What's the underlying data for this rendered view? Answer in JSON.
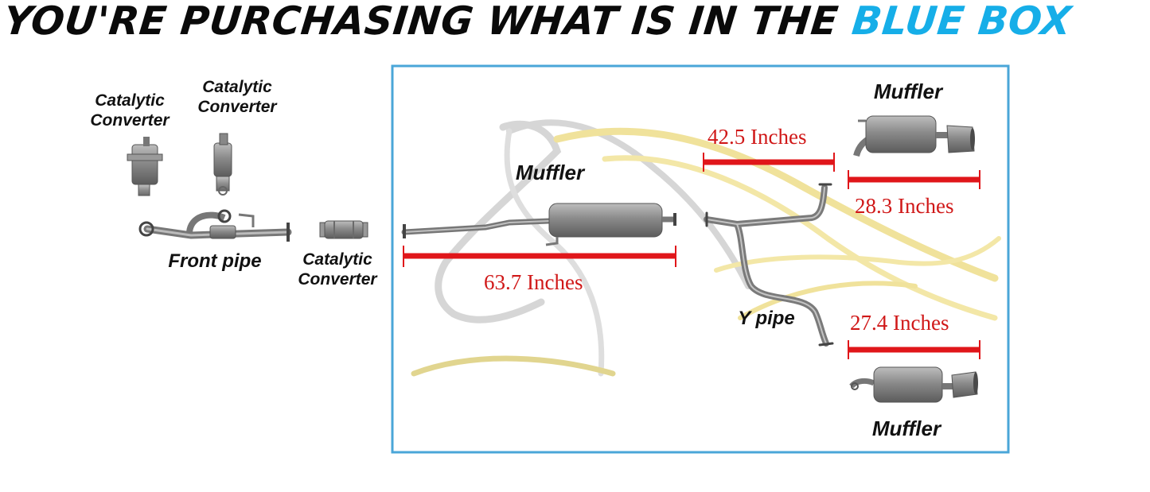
{
  "header": {
    "text_main": "YOU'RE PURCHASING WHAT IS IN THE ",
    "text_highlight": "BLUE BOX"
  },
  "colors": {
    "highlight": "#16aee8",
    "box_border": "#4aa6d8",
    "measure_red": "#e0161a",
    "part_gray": "#8c8c8c",
    "watermark": "#d8c86a"
  },
  "outside_parts": {
    "cat1_label": "Catalytic\nConverter",
    "cat2_label": "Catalytic\nConverter",
    "front_pipe_label": "Front pipe",
    "cat3_label": "Catalytic\nConverter"
  },
  "box": {
    "main_muffler_label": "Muffler",
    "main_length": "63.7 Inches",
    "y_pipe_label": "Y pipe",
    "y_pipe_length": "42.5 Inches",
    "rear_muffler_top_label": "Muffler",
    "rear_muffler_top_length": "28.3 Inches",
    "rear_muffler_bottom_label": "Muffler",
    "rear_muffler_bottom_length": "27.4 Inches"
  }
}
